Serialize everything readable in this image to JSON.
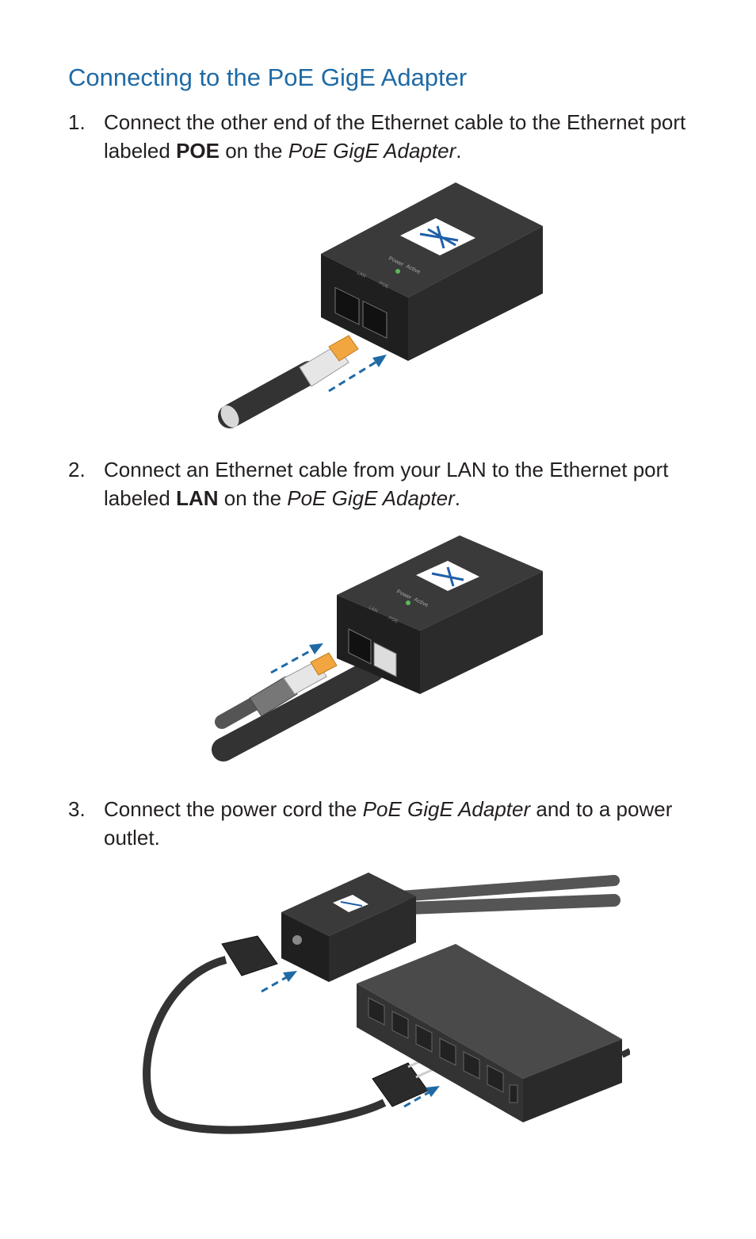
{
  "section_title": "Connecting to the PoE GigE Adapter",
  "steps": [
    {
      "number": "1.",
      "parts": [
        "Connect the other end of the Ethernet cable to the Ethernet port labeled ",
        "POE",
        " on the ",
        "PoE GigE Adapter",
        "."
      ]
    },
    {
      "number": "2.",
      "parts": [
        "Connect an Ethernet cable from your LAN to the Ethernet port labeled ",
        "LAN",
        " on the ",
        "PoE GigE Adapter",
        "."
      ]
    },
    {
      "number": "3.",
      "parts": [
        "Connect the power cord the ",
        "PoE GigE Adapter",
        " and to a power outlet."
      ]
    }
  ],
  "device_labels": {
    "power": "Power",
    "active": "Active",
    "lan": "LAN",
    "poe": "POE"
  },
  "colors": {
    "title": "#1f6aa5",
    "arrow": "#1f6aa5",
    "device_body": "#2b2b2b",
    "logo": "#1f5fa8"
  }
}
